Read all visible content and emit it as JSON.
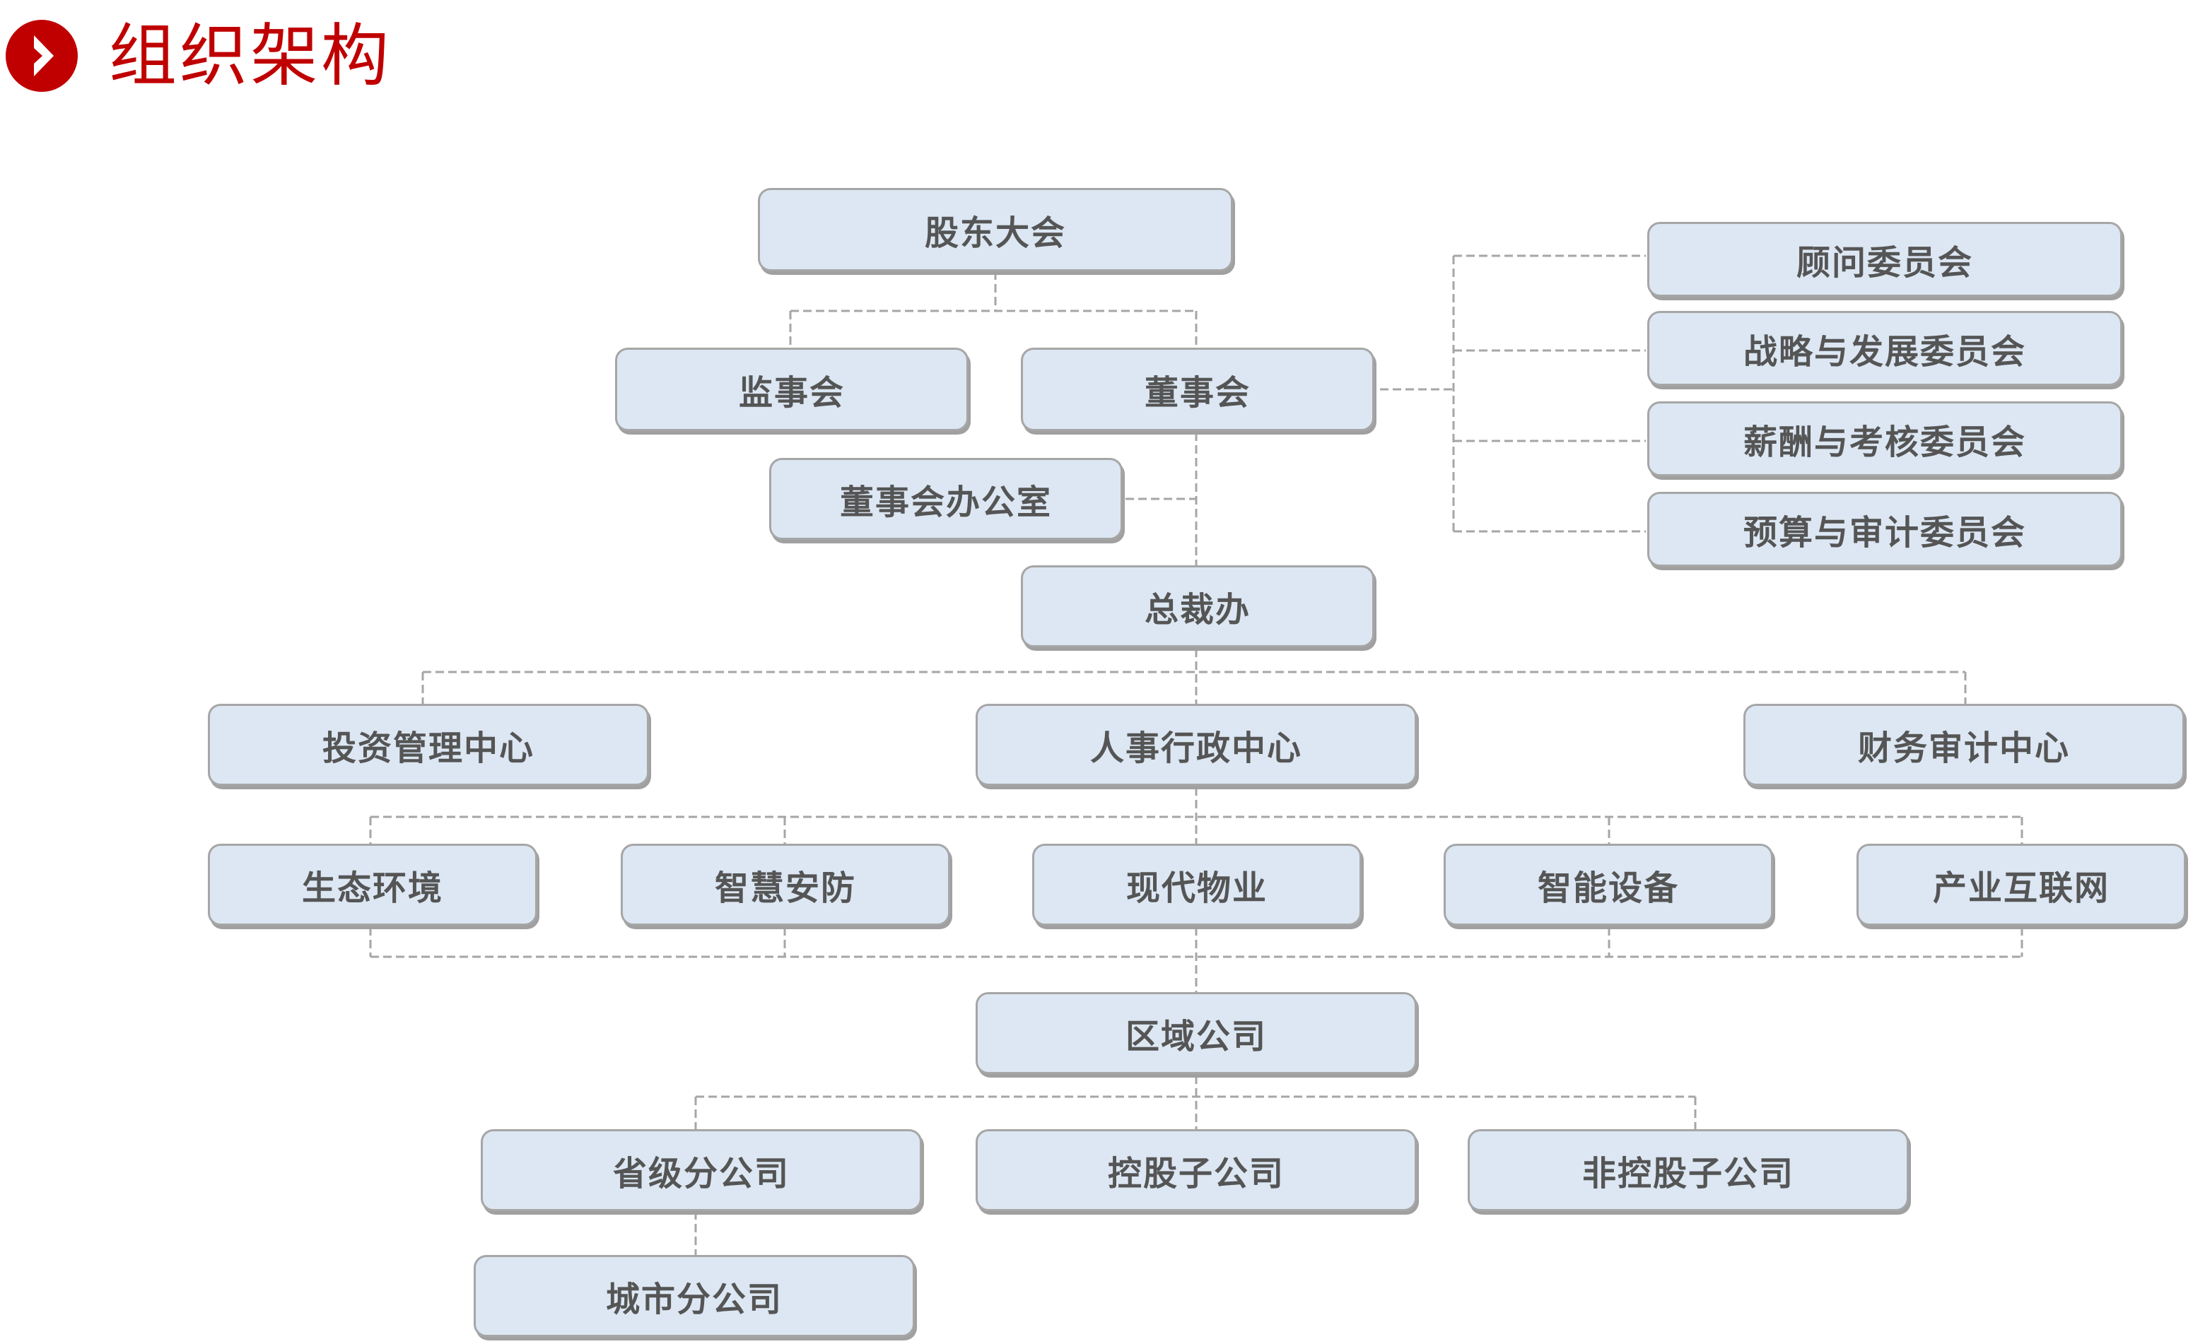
{
  "header": {
    "title": "组织架构",
    "icon": "chevron-right-circle-icon",
    "accent_color": "#c00000"
  },
  "colors": {
    "box_fill": "#dce7f3",
    "box_border": "#a6a6a6",
    "text": "#555555",
    "connector": "#a6a6a6"
  },
  "org": {
    "shareholders": "股东大会",
    "supervisory_board": "监事会",
    "board": "董事会",
    "board_office": "董事会办公室",
    "committees": [
      "顾问委员会",
      "战略与发展委员会",
      "薪酬与考核委员会",
      "预算与审计委员会"
    ],
    "president_office": "总裁办",
    "centers": [
      "投资管理中心",
      "人事行政中心",
      "财务审计中心"
    ],
    "business_units": [
      "生态环境",
      "智慧安防",
      "现代物业",
      "智能设备",
      "产业互联网"
    ],
    "regional_company": "区域公司",
    "subsidiaries": [
      "省级分公司",
      "控股子公司",
      "非控股子公司"
    ],
    "city_branch": "城市分公司"
  }
}
